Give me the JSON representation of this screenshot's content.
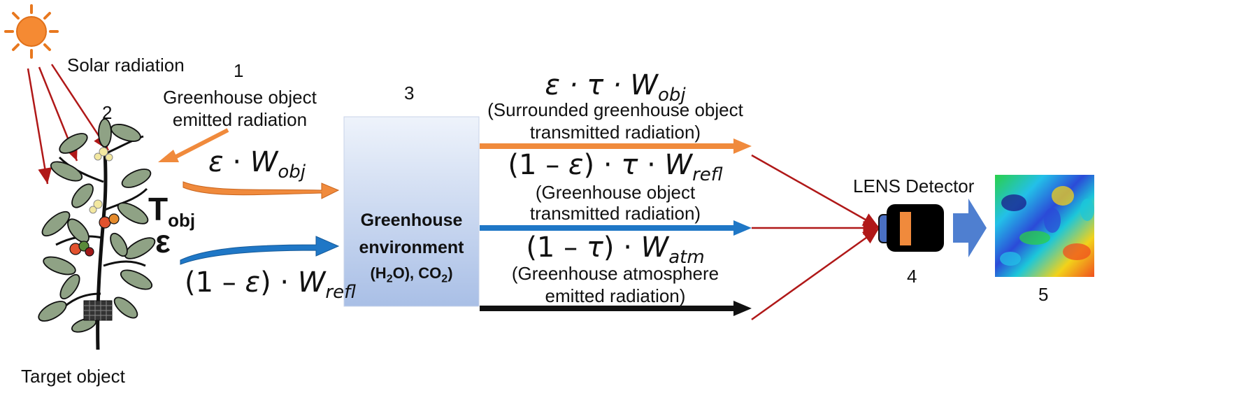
{
  "labels": {
    "solar_radiation": "Solar radiation",
    "target_object": "Target object",
    "lens_detector": "LENS Detector",
    "greenhouse_emitted_line1": "Greenhouse object",
    "greenhouse_emitted_line2": "emitted radiation"
  },
  "numbers": {
    "n1": "1",
    "n2": "2",
    "n3": "3",
    "n4": "4",
    "n5": "5"
  },
  "plant_symbols": {
    "t": "T",
    "t_sub": "obj",
    "eps": "ε"
  },
  "environment_box": {
    "line1": "Greenhouse",
    "line2": "environment",
    "h2o_pre": "(H",
    "h2o_sub": "2",
    "h2o_post": "O), CO",
    "co2_sub": "2",
    "co2_post": ")"
  },
  "left_formulas": {
    "emitted": {
      "eps": "ε",
      "dot": " · ",
      "w": "W",
      "sub": "obj"
    },
    "reflected": {
      "pre": "(1 – ",
      "eps": "ε",
      "post": ") · ",
      "w": "W",
      "sub": "refl"
    }
  },
  "right_formulas": {
    "f1": {
      "text": "ε · τ · ",
      "w": "W",
      "sub": "obj",
      "desc1": "(Surrounded greenhouse object",
      "desc2": "transmitted radiation)"
    },
    "f2": {
      "pre": "(1 – ",
      "eps": "ε",
      "post": ") · ",
      "tau": "τ",
      "dot": " · ",
      "w": "W",
      "sub": "refl",
      "desc1": "(Greenhouse object",
      "desc2": "transmitted radiation)"
    },
    "f3": {
      "pre": "(1 – ",
      "tau": "τ",
      "post": ") · ",
      "w": "W",
      "sub": "atm",
      "desc1": "(Greenhouse atmosphere",
      "desc2": "emitted radiation)"
    }
  },
  "colors": {
    "orange": "#f08a3c",
    "blue": "#1f77c6",
    "black": "#111111",
    "dark_red": "#b01818",
    "sun": "#f58a33",
    "box_top": "#eef3fb",
    "box_bottom": "#a9bfe6",
    "big_arrow": "#4f7fd0"
  },
  "icons": [
    "sun-icon",
    "plant-icon",
    "camera-icon",
    "thermal-image-icon"
  ]
}
